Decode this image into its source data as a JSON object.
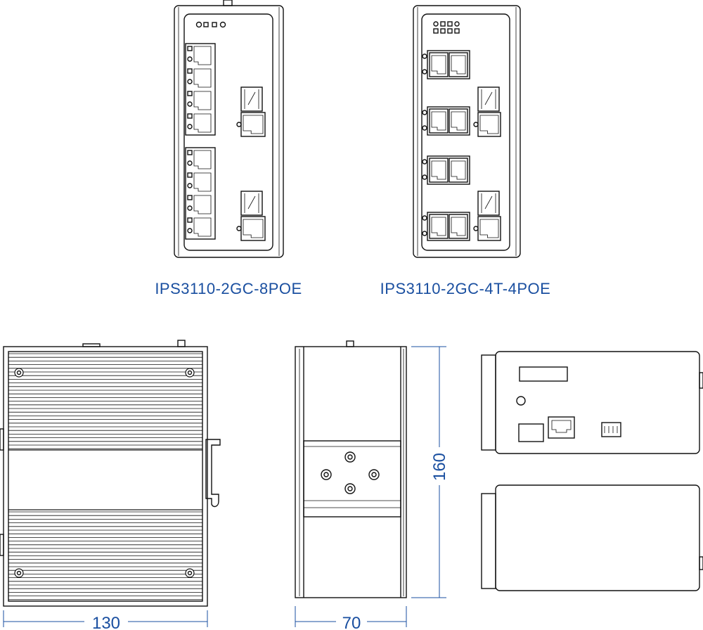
{
  "labels": {
    "model_1": "IPS3110-2GC-8POE",
    "model_2": "IPS3110-2GC-4T-4POE"
  },
  "dimensions": {
    "width": "130",
    "depth": "70",
    "height": "160"
  },
  "colors": {
    "label": "#1a4fa0",
    "line": "#111111"
  }
}
